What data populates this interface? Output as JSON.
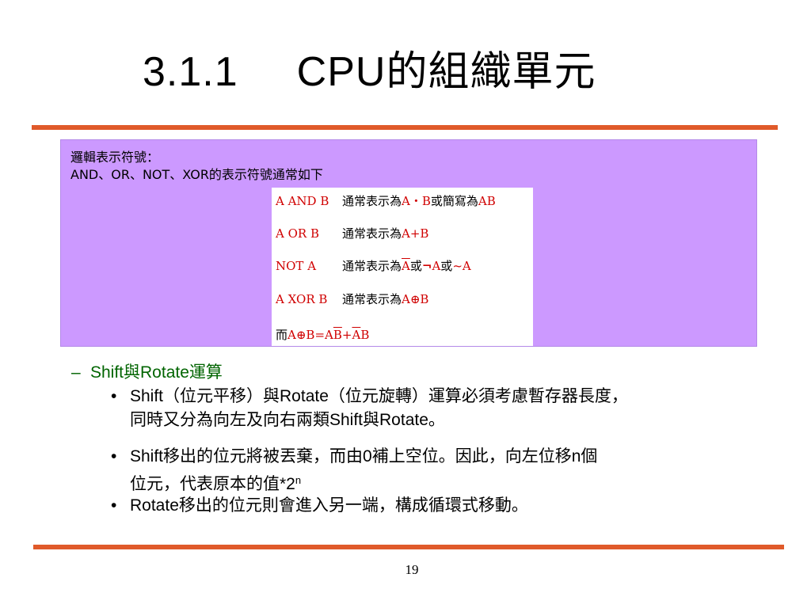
{
  "slide": {
    "title_number": "3.1.1",
    "title_text": "CPU的組織單元",
    "page_number": "19"
  },
  "colors": {
    "rule": "#e05a2a",
    "box_background": "#cc99ff",
    "logic_red": "#d00000",
    "bullet_green": "#006400"
  },
  "note_box": {
    "heading": "邏輯表示符號：",
    "intro": "AND、OR、NOT、XOR的表示符號通常如下",
    "rows": [
      {
        "op": "A AND B",
        "desc": "通常表示為",
        "forms": [
          "A・B",
          "或簡寫為",
          "AB"
        ]
      },
      {
        "op": "A OR B",
        "desc": "通常表示為",
        "forms": [
          "A+B"
        ]
      },
      {
        "op": "NOT A",
        "desc": "通常表示為",
        "forms": [
          "A",
          "或",
          "¬",
          "A",
          "或",
          "~A"
        ]
      },
      {
        "op": "A XOR B",
        "desc": "通常表示為",
        "forms": [
          "A⊕B"
        ]
      }
    ],
    "xor_formula": {
      "prefix": "而",
      "lhs": "A⊕B=",
      "t1a": "A",
      "t1b": "B",
      "plus": "+",
      "t2a": "A",
      "t2b": "B"
    }
  },
  "bullets": {
    "level1": {
      "marker": "–",
      "text": "Shift與Rotate運算"
    },
    "level2": [
      {
        "marker": "•",
        "line1": "Shift（位元平移）與Rotate（位元旋轉）運算必須考慮暫存器長度，",
        "line2": "同時又分為向左及向右兩類Shift與Rotate。"
      },
      {
        "marker": "•",
        "line1": "Shift移出的位元將被丟棄，而由0補上空位。因此，向左位移n個",
        "line2": "位元，代表原本的值*2",
        "sup": "n"
      },
      {
        "marker": "•",
        "line1": "Rotate移出的位元則會進入另一端，構成循環式移動。"
      }
    ]
  }
}
